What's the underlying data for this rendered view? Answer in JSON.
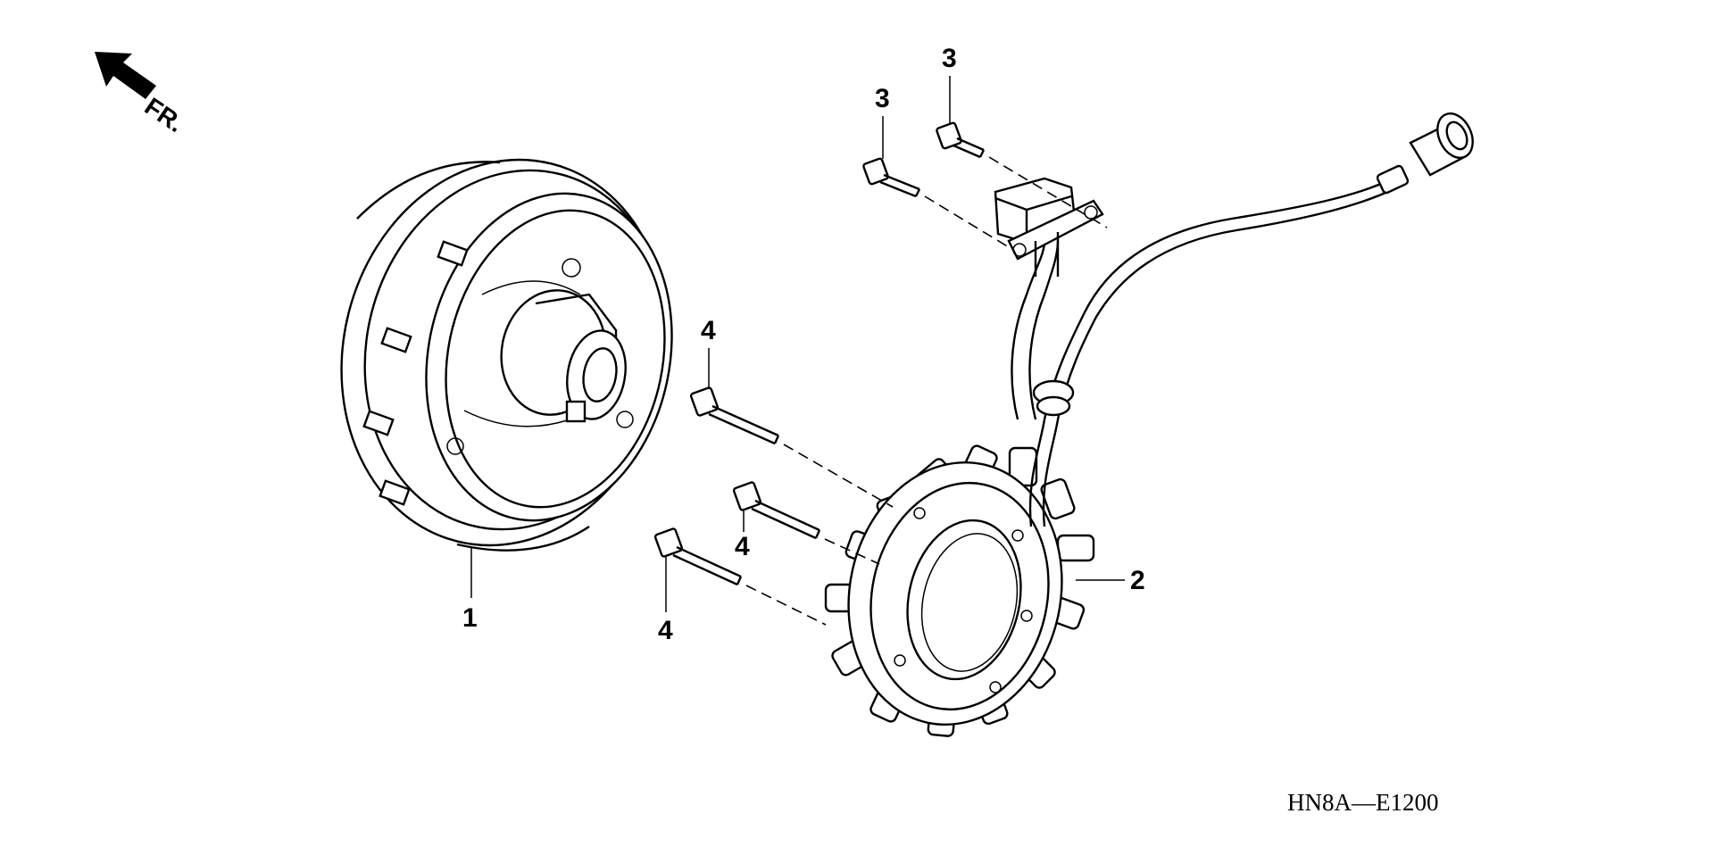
{
  "direction": {
    "label": "FR.",
    "icon": "front-direction-arrow-icon"
  },
  "callouts": {
    "flywheel": "1",
    "stator": "2",
    "pulse_bolt_upper": "3",
    "pulse_bolt_lower": "3",
    "stator_bolt_top": "4",
    "stator_bolt_middle": "4",
    "stator_bolt_bottom": "4"
  },
  "diagram_code": "HN8A—E1200"
}
